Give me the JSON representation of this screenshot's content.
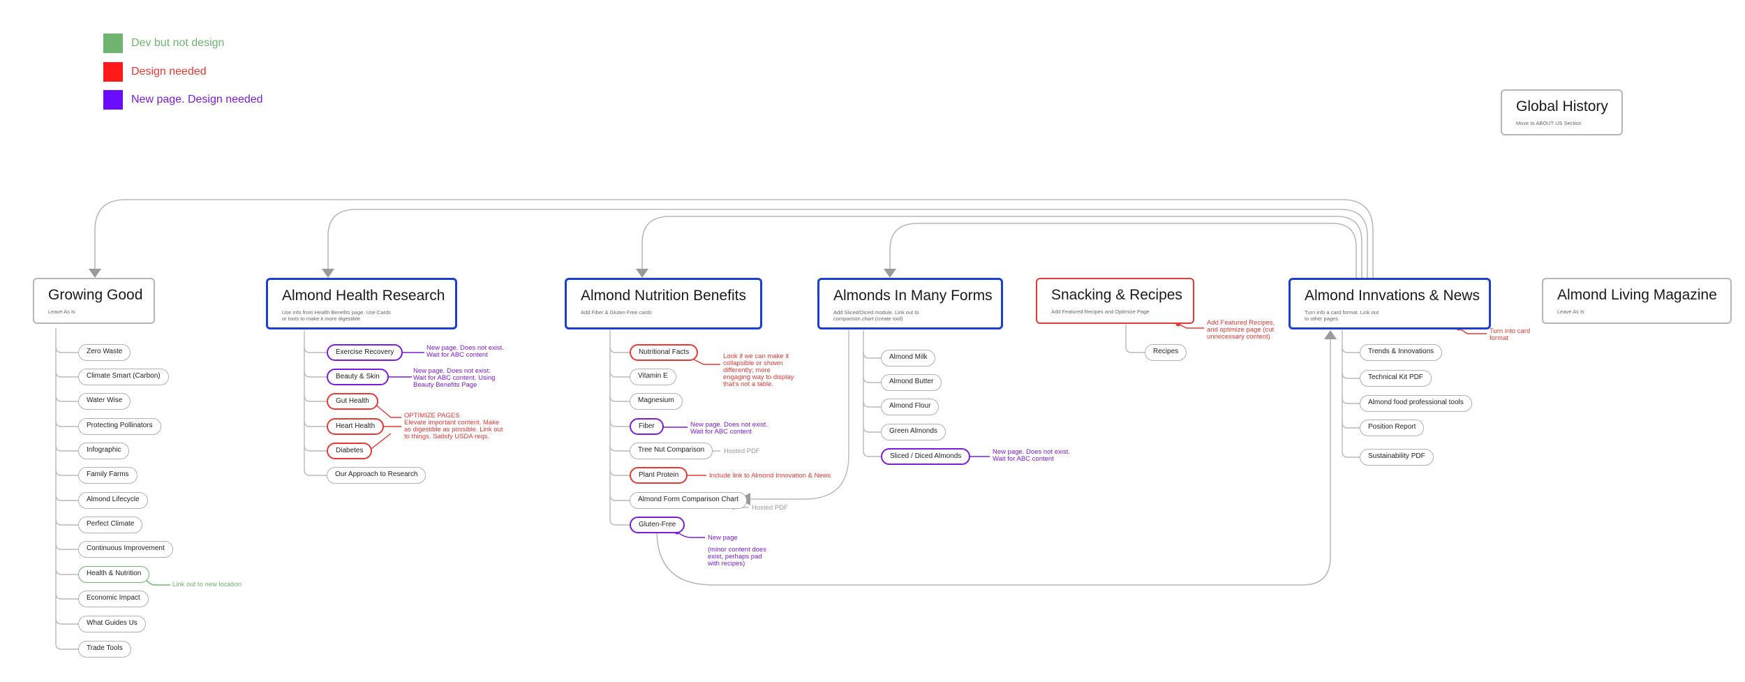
{
  "colors": {
    "dev_green": "#6fb56f",
    "design_red": "#ff1a1a",
    "new_purple": "#6a0dff",
    "blue_border": "#1a3fd1",
    "connector_grey": "#b5b5b5"
  },
  "legend": [
    {
      "label": "Dev but not design",
      "color": "#6fb56f"
    },
    {
      "label": "Design needed",
      "color": "#ff1a1a"
    },
    {
      "label": "New page.  Design needed",
      "color": "#6a0dff"
    }
  ],
  "global_history": {
    "title": "Global History",
    "note": "Move to ABOUT US Section"
  },
  "sections": {
    "growing_good": {
      "title": "Growing Good",
      "note": "Leave As Is",
      "items": [
        "Zero Waste",
        "Climate Smart (Carbon)",
        "Water Wise",
        "Protecting Pollinators",
        "Infographic",
        "Family Farms",
        "Almond Lifecycle",
        "Perfect Climate",
        "Continuous Improvement",
        "Health & Nutrition",
        "Economic Impact",
        "What Guides Us",
        "Trade Tools"
      ],
      "health_annotation": "Link out to new location"
    },
    "health_research": {
      "title": "Almond Health Research",
      "note": "Use info from Health Benefits page.  Use Cards\nor tools to make it more digestible",
      "items": [
        "Exercise Recovery",
        "Beauty & Skin",
        "Gut Health",
        "Heart Health",
        "Diabetes",
        "Our Approach to Research"
      ],
      "annotations": {
        "exercise": "New page.  Does not exist.\nWait for ABC content",
        "beauty": "New page.  Does not exist.\nWait for ABC content.  Using\nBeauty Benefits Page",
        "optimize": "OPTIMIZE PAGES\nElevate important content.  Make\nas digestible as possible.  Link out\nto things.  Satisfy USDA reqs."
      }
    },
    "nutrition_benefits": {
      "title": "Almond Nutrition Benefits",
      "note": "Add Fiber & Gluten Free cards",
      "items": [
        "Nutritional Facts",
        "Vitamin E",
        "Magnesium",
        "Fiber",
        "Tree Nut Comparison",
        "Plant Protein",
        "Almond Form Comparison Chart",
        "Gluten-Free"
      ],
      "annotations": {
        "facts": "Look if we can make it\ncollapsible or shown\ndifferently; more\nengaging way to display\nthat's not a table.",
        "fiber": "New page.  Does not exist.\nWait for ABC content",
        "tree_nut": "Hosted PDF",
        "protein": "Include link to Almond Innovation & News",
        "form_chart": "Hosted PDF",
        "gluten_title": "New page",
        "gluten_body": "(minor content does\nexist, perhaps pad\nwith recipes)"
      }
    },
    "many_forms": {
      "title": "Almonds In Many Forms",
      "note": "Add Sliced/Diced module.  Link out to\ncomparison chart (create tool)",
      "items": [
        "Almond Milk",
        "Almond Butter",
        "Almond Flour",
        "Green Almonds",
        "Sliced / Diced Almonds"
      ],
      "annotations": {
        "sliced": "New page.  Does not exist.\nWait for ABC content"
      }
    },
    "snacking": {
      "title": "Snacking & Recipes",
      "note": "Add Featured Recipes and Optimize Page",
      "items": [
        "Recipes"
      ],
      "annotation": "Add Featured Recipes,\nand optimize page (cut\nunnecessary content)"
    },
    "innovations": {
      "title": "Almond Innvations & News",
      "note": "Turn info  a card format.  Link out\nto other pages",
      "items": [
        "Trends & Innovations",
        "Technical Kit PDF",
        "Almond food professional tools",
        "Position Report",
        "Sustainability PDF"
      ],
      "annotation": "Turn into card\nformat"
    },
    "magazine": {
      "title": "Almond Living Magazine",
      "note": "Leave As Is"
    }
  }
}
